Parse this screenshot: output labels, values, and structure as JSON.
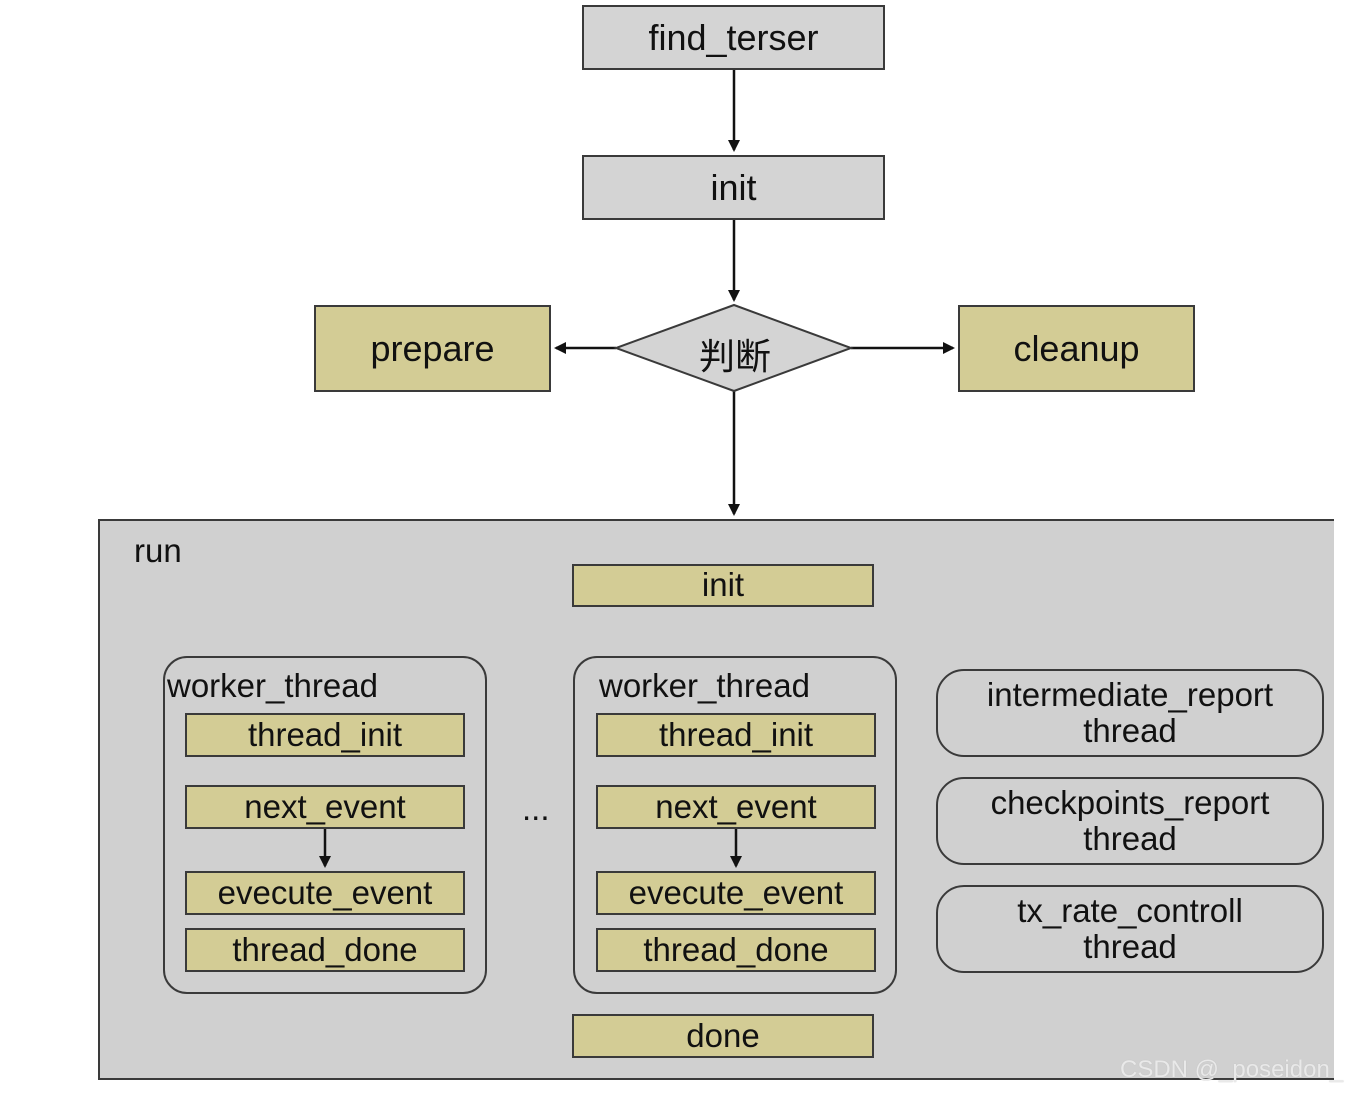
{
  "nodes": {
    "find_terser": "find_terser",
    "init_top": "init",
    "decision": "判断",
    "prepare": "prepare",
    "cleanup": "cleanup"
  },
  "run": {
    "title": "run",
    "init": "init",
    "done": "done",
    "ellipsis": "...",
    "worker_threads": [
      {
        "title": "worker_thread",
        "steps": [
          "thread_init",
          "next_event",
          "evecute_event",
          "thread_done"
        ]
      },
      {
        "title": "worker_thread",
        "steps": [
          "thread_init",
          "next_event",
          "evecute_event",
          "thread_done"
        ]
      }
    ],
    "side_threads": [
      {
        "line1": "intermediate_report",
        "line2": "thread"
      },
      {
        "line1": "checkpoints_report",
        "line2": "thread"
      },
      {
        "line1": "tx_rate_controll",
        "line2": "thread"
      }
    ]
  },
  "watermark": "CSDN @_poseidon_",
  "colors": {
    "gray_fill": "#d4d4d4",
    "olive_fill": "#d3cc95",
    "container_fill": "#d0d0d0",
    "stroke": "#3a3a3a"
  }
}
